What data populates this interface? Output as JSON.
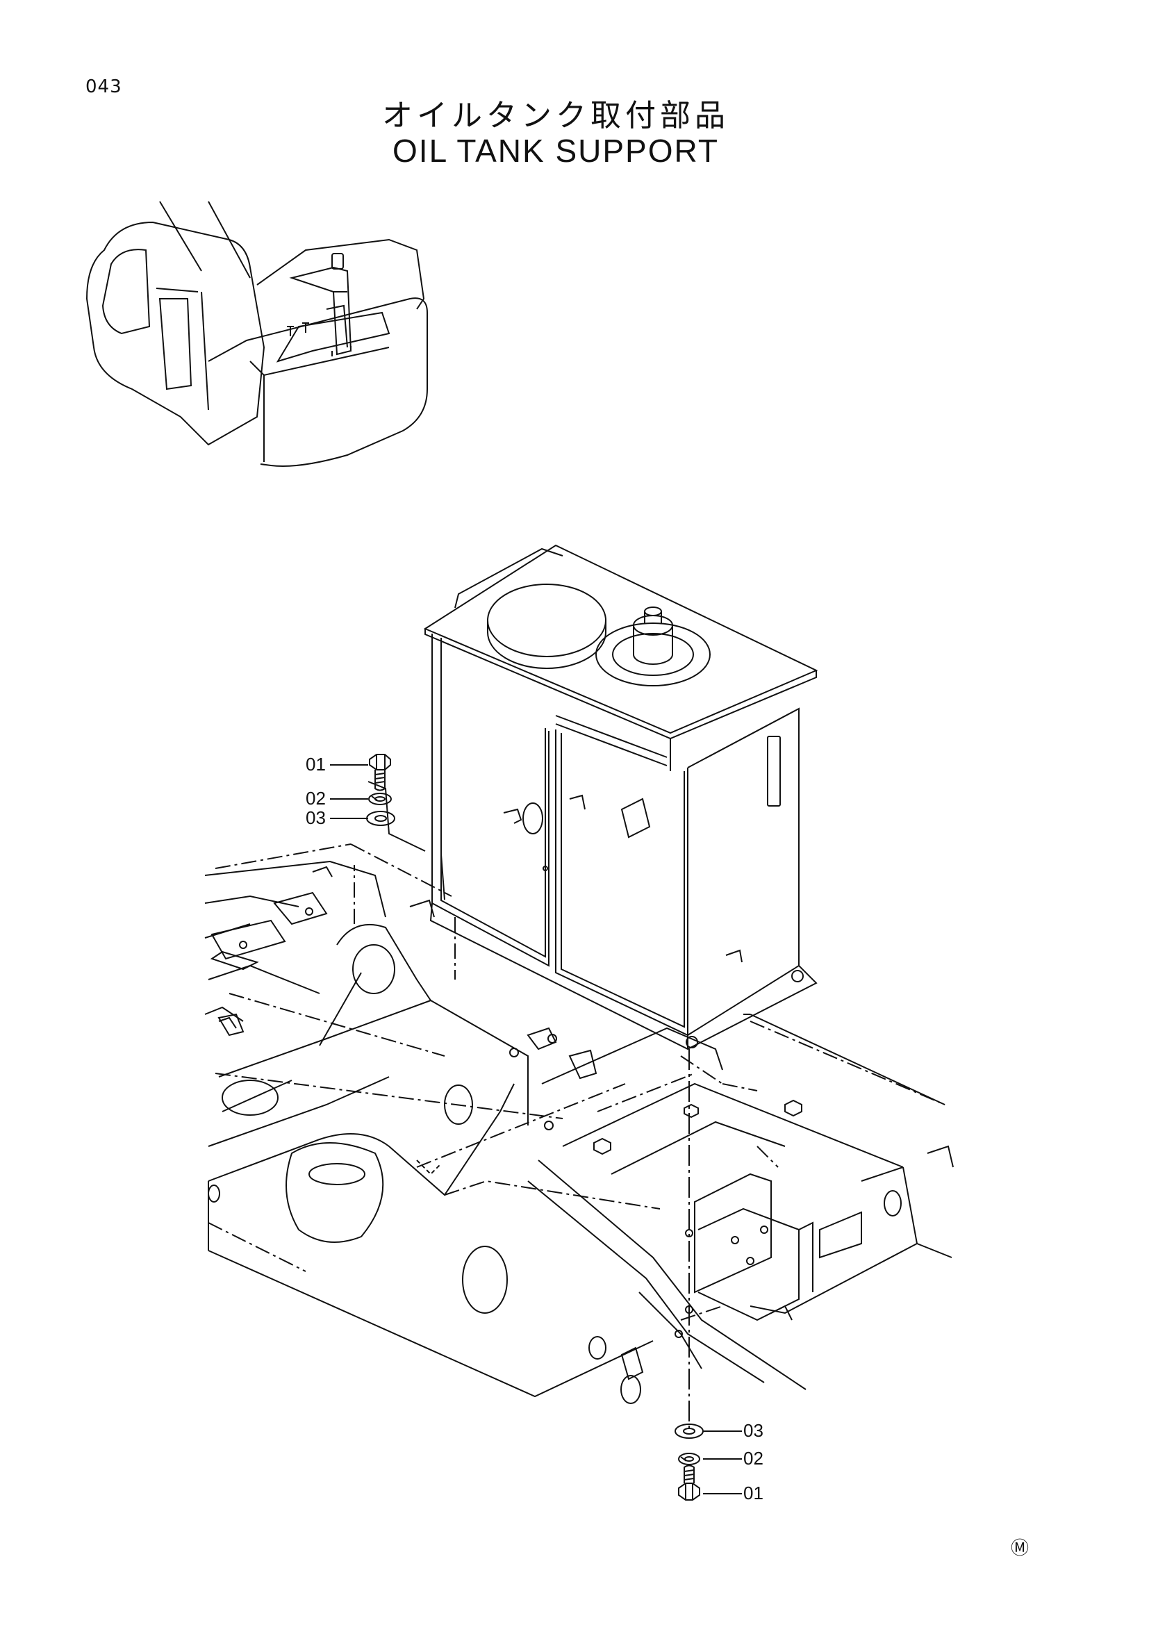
{
  "page_number": "043",
  "title_jp": "オイルタンク取付部品",
  "title_en": "OIL TANK SUPPORT",
  "callouts_upper": [
    {
      "label": "01",
      "part": "bolt"
    },
    {
      "label": "02",
      "part": "spring-washer"
    },
    {
      "label": "03",
      "part": "washer"
    }
  ],
  "callouts_lower": [
    {
      "label": "03",
      "part": "washer"
    },
    {
      "label": "02",
      "part": "spring-washer"
    },
    {
      "label": "01",
      "part": "bolt"
    }
  ],
  "footer_mark": "Ⓜ",
  "colors": {
    "ink": "#111111",
    "paper": "#ffffff"
  }
}
